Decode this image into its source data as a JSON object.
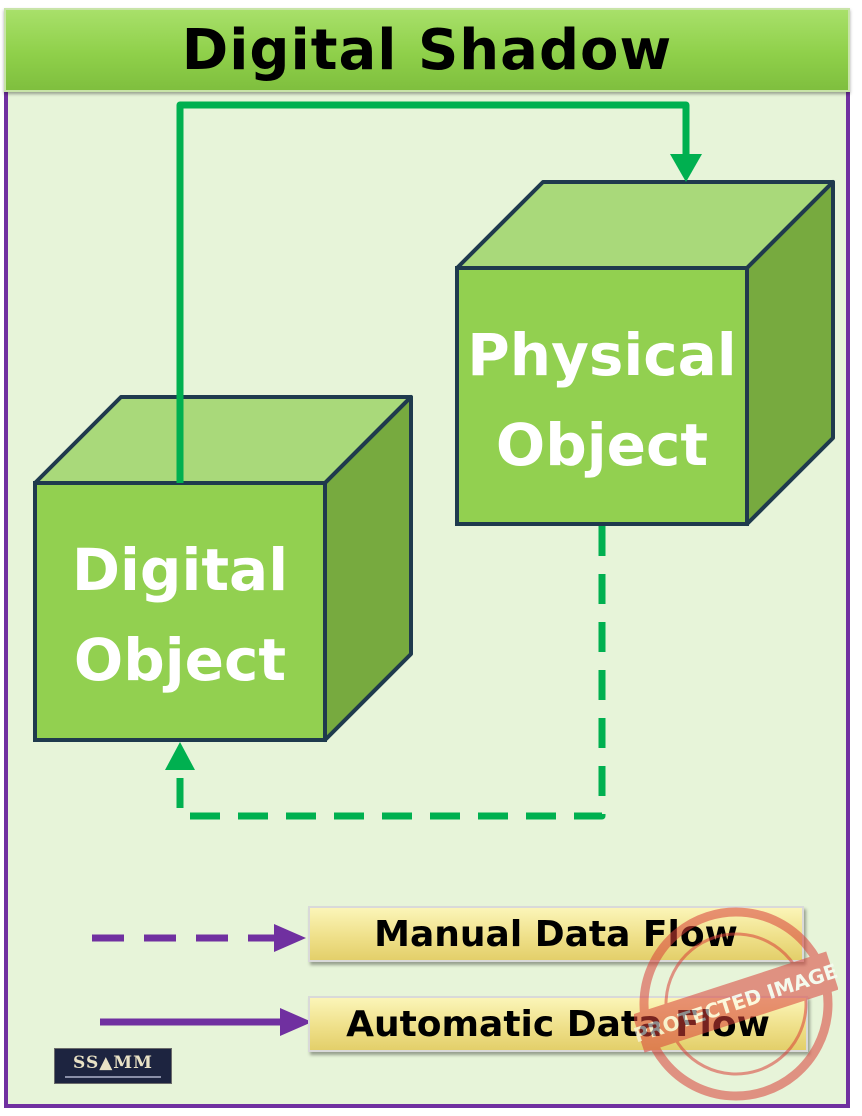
{
  "title": "Digital Shadow",
  "nodes": {
    "physical_object": {
      "line1": "Physical",
      "line2": "Object"
    },
    "digital_object": {
      "line1": "Digital",
      "line2": "Object"
    }
  },
  "legend": {
    "manual": "Manual Data Flow",
    "automatic": "Automatic Data Flow"
  },
  "logo": {
    "text": "SS▲MM"
  },
  "watermark": {
    "text": "PROTECTED IMAGE"
  },
  "colors": {
    "flow_arrow": "#00b050",
    "legend_arrow": "#7030a0",
    "cube_front": "#92d050",
    "cube_top": "#a9d97a",
    "cube_side": "#77aa3f",
    "cube_edge": "#1f3a4d",
    "frame_border": "#7030a0",
    "background": "#e7f4d9"
  }
}
